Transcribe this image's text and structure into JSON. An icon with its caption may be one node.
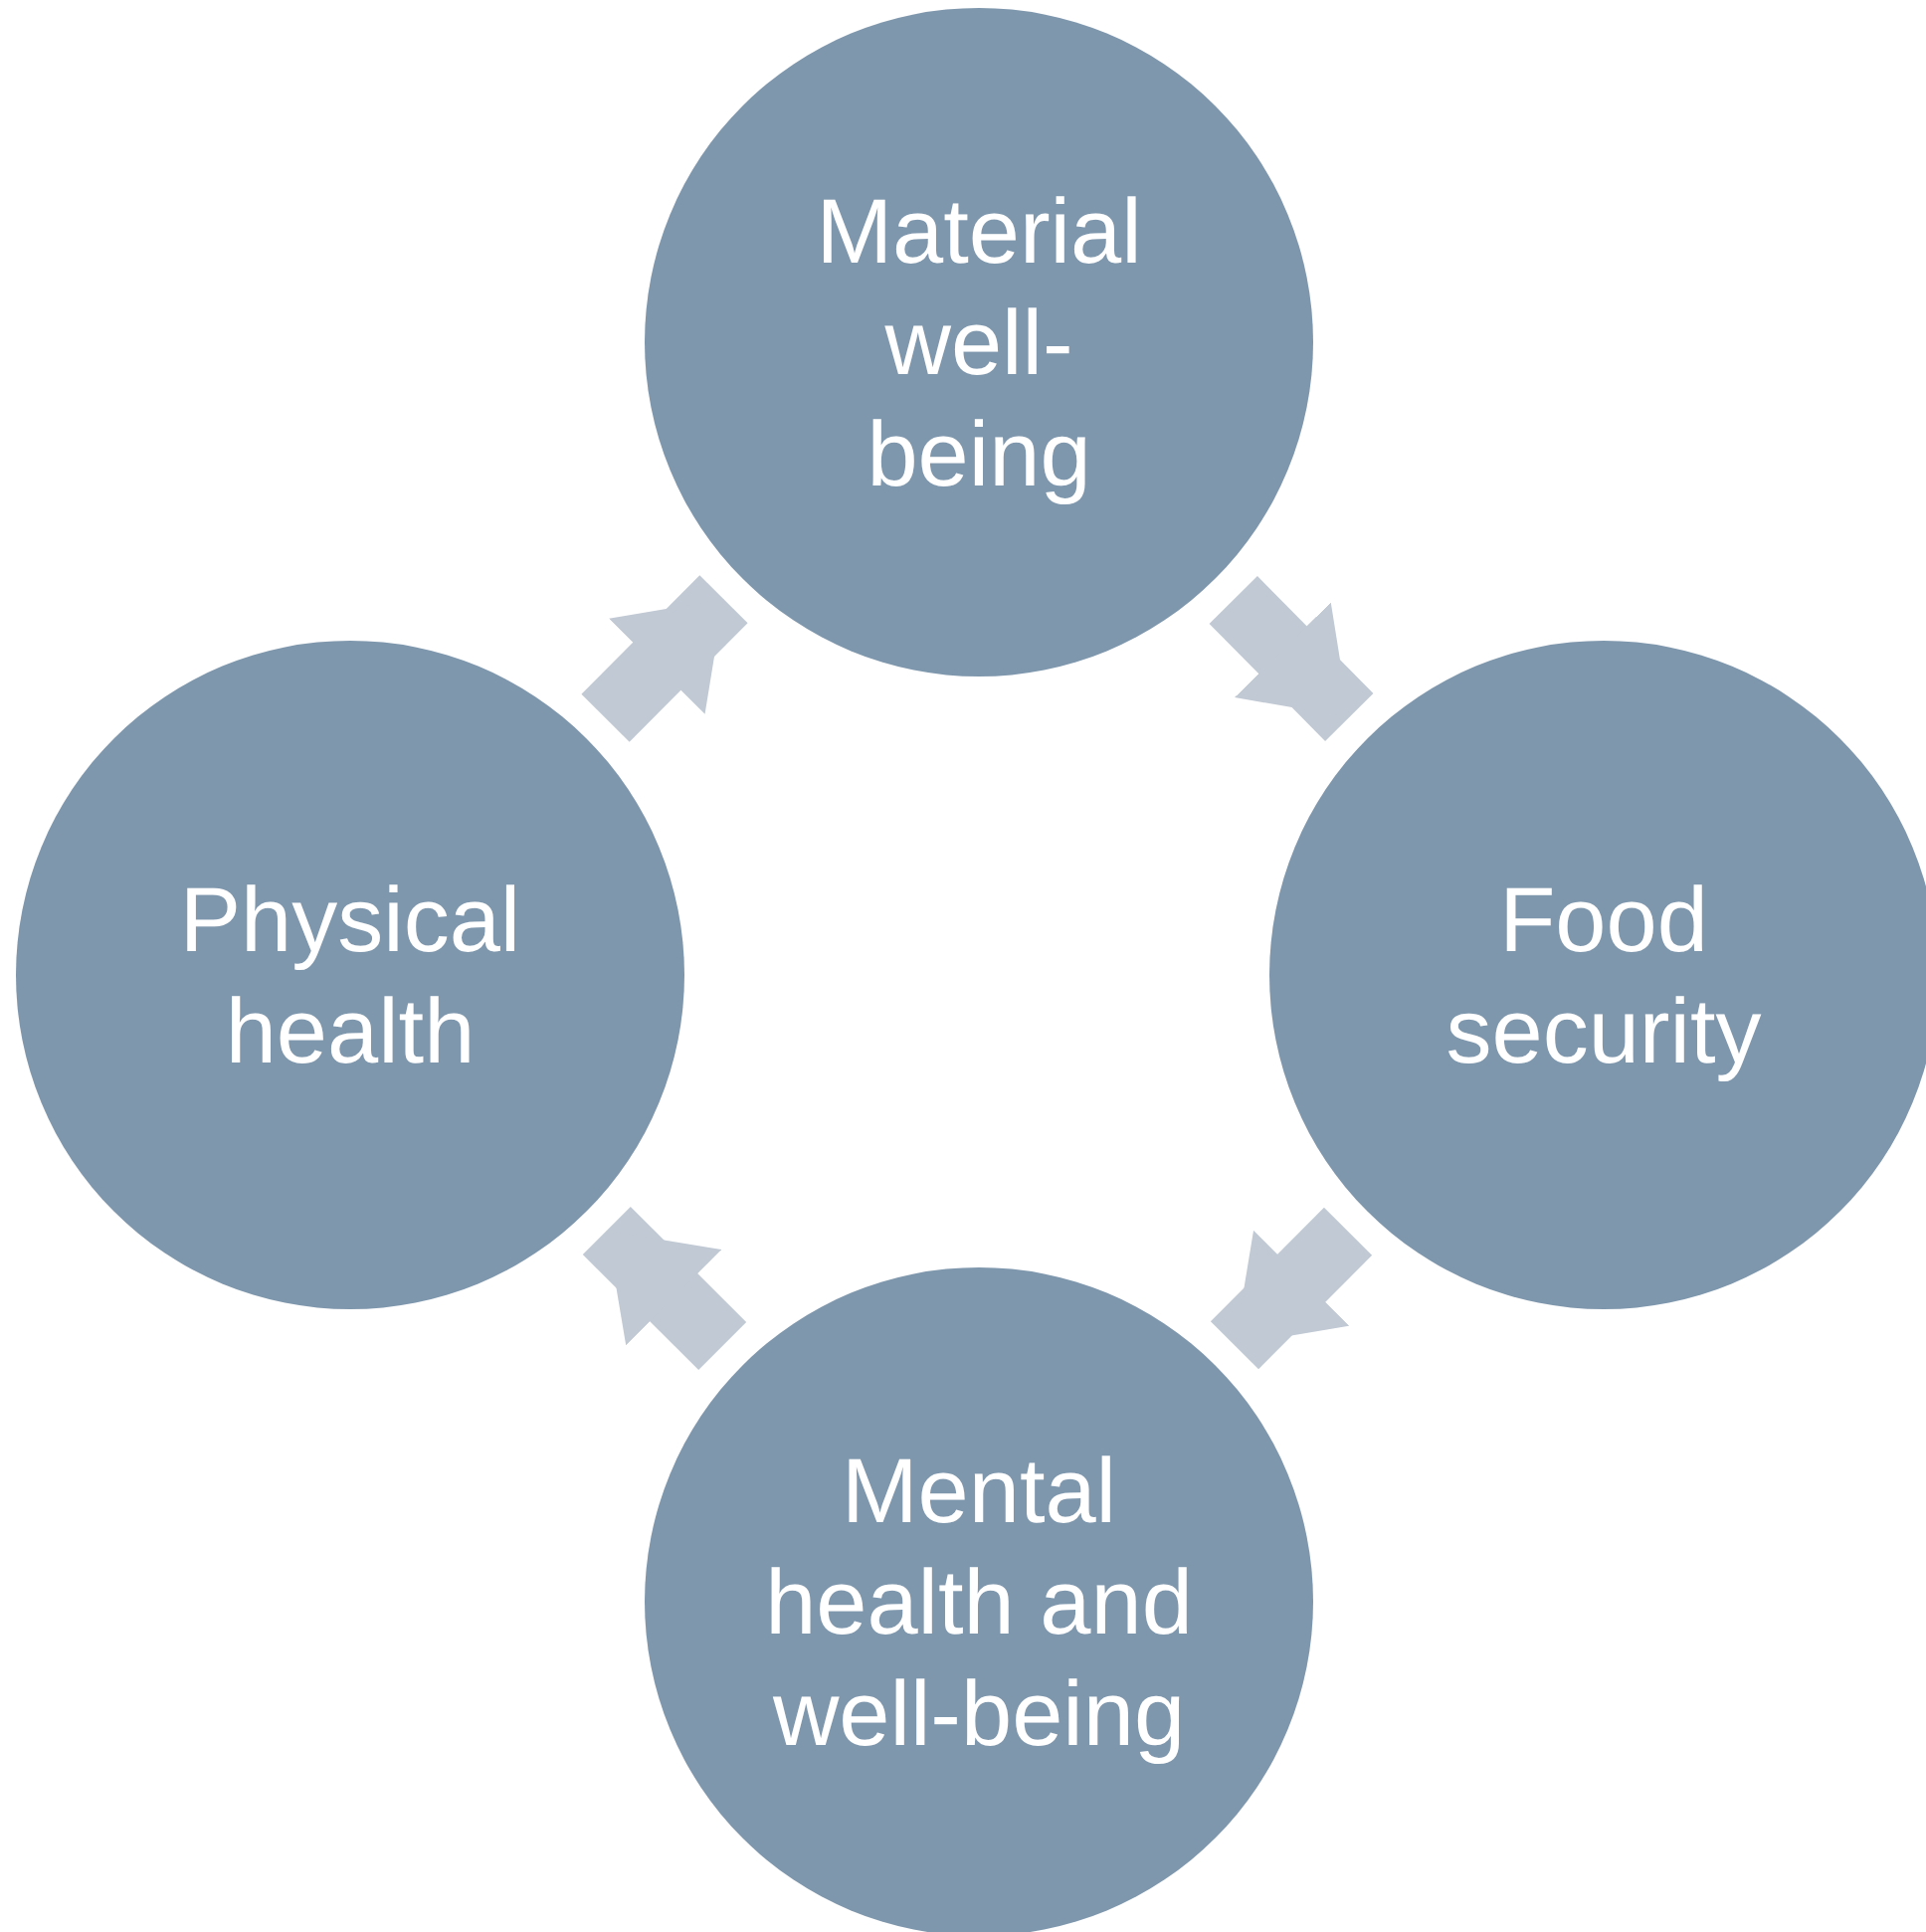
{
  "diagram": {
    "nodes": [
      {
        "text": [
          "Material well-being"
        ]
      },
      {
        "text": [
          "Food security"
        ]
      },
      {
        "text": [
          "Mental health and well-being"
        ]
      },
      {
        "text": [
          "Physical health"
        ]
      }
    ],
    "edges": [
      {
        "from": 0,
        "to": 1,
        "arrow": "to"
      },
      {
        "from": 1,
        "to": 2,
        "arrow": "to"
      },
      {
        "from": 2,
        "to": 3,
        "arrow": "to"
      },
      {
        "from": 3,
        "to": 0,
        "arrow": "to"
      }
    ]
  }
}
